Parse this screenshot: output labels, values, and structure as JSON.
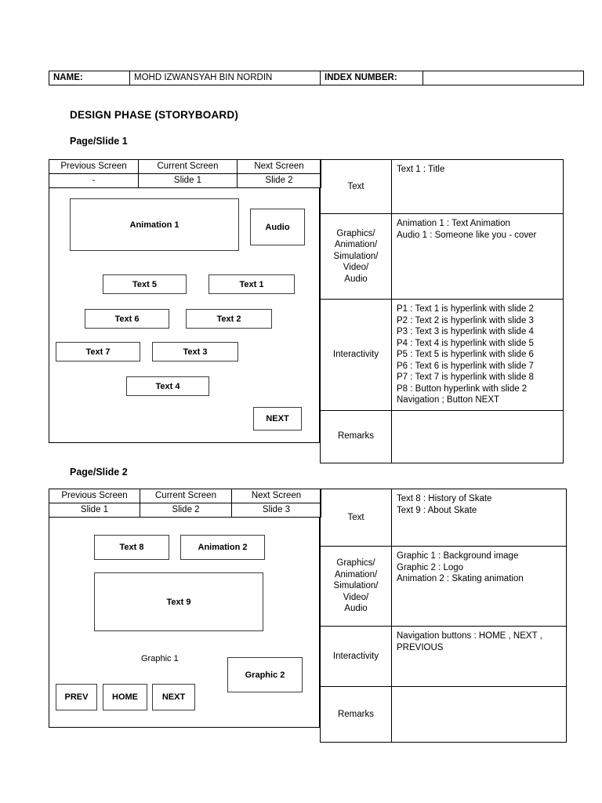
{
  "header": {
    "name_label": "NAME:",
    "name_value": "MOHD IZWANSYAH BIN NORDIN",
    "index_label": "INDEX NUMBER:",
    "index_value": ""
  },
  "document": {
    "title": "DESIGN PHASE (STORYBOARD)"
  },
  "slides": [
    {
      "heading": "Page/Slide 1",
      "nav": {
        "headers": [
          "Previous Screen",
          "Current Screen",
          "Next Screen"
        ],
        "values": [
          "-",
          "Slide 1",
          "Slide 2"
        ]
      },
      "wireframe": {
        "animation1": "Animation 1",
        "audio": "Audio",
        "text5": "Text 5",
        "text1": "Text 1",
        "text6": "Text 6",
        "text2": "Text 2",
        "text7": "Text 7",
        "text3": "Text 3",
        "text4": "Text 4",
        "next": "NEXT"
      },
      "spec": {
        "text_label": "Text",
        "text_values": [
          "Text 1 : Title"
        ],
        "media_label": "Graphics/ Animation/ Simulation/ Video/ Audio",
        "media_label_lines": [
          "Graphics/",
          "Animation/",
          "Simulation/",
          "Video/",
          "Audio"
        ],
        "media_values": [
          "Animation 1 : Text Animation",
          "Audio 1 : Someone like you - cover"
        ],
        "interactivity_label": "Interactivity",
        "interactivity_values": [
          "P1 : Text 1 is hyperlink with slide 2",
          "P2 : Text 2 is hyperlink with slide 3",
          "P3 : Text 3 is hyperlink with slide 4",
          "P4 : Text 4 is hyperlink with slide 5",
          "P5 : Text 5 is hyperlink with slide 6",
          "P6 : Text 6 is hyperlink with slide 7",
          "P7 : Text 7 is hyperlink with slide 8",
          "P8 : Button hyperlink with slide 2",
          "Navigation ; Button NEXT"
        ],
        "remarks_label": "Remarks",
        "remarks_values": []
      }
    },
    {
      "heading": "Page/Slide 2",
      "nav": {
        "headers": [
          "Previous Screen",
          "Current Screen",
          "Next Screen"
        ],
        "values": [
          "Slide 1",
          "Slide 2",
          "Slide 3"
        ]
      },
      "wireframe": {
        "text8": "Text 8",
        "animation2": "Animation 2",
        "text9": "Text 9",
        "graphic1": "Graphic 1",
        "graphic2": "Graphic 2",
        "prev": "PREV",
        "home": "HOME",
        "next": "NEXT"
      },
      "spec": {
        "text_label": "Text",
        "text_values": [
          "Text 8 : History of Skate",
          "Text 9 : About Skate"
        ],
        "media_label_lines": [
          "Graphics/",
          "Animation/",
          "Simulation/",
          "Video/",
          "Audio"
        ],
        "media_values": [
          "Graphic 1 : Background image",
          "Graphic 2 : Logo",
          "Animation 2 : Skating animation"
        ],
        "interactivity_label": "Interactivity",
        "interactivity_values": [
          "Navigation buttons : HOME , NEXT , PREVIOUS"
        ],
        "remarks_label": "Remarks",
        "remarks_values": []
      }
    }
  ]
}
